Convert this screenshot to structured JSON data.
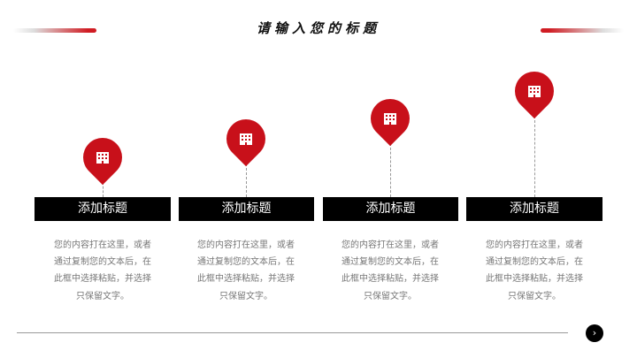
{
  "header": {
    "title": "请输入您的标题"
  },
  "accent_color": "#c8101a",
  "steps": [
    {
      "label": "添加标题",
      "icon": "building-icon",
      "desc": [
        "您的内容打在这里，或者",
        "通过复制您的文本后，在",
        "此框中选择粘贴，并选择",
        "只保留文字。"
      ]
    },
    {
      "label": "添加标题",
      "icon": "building-icon",
      "desc": [
        "您的内容打在这里，或者",
        "通过复制您的文本后，在",
        "此框中选择粘贴，并选择",
        "只保留文字。"
      ]
    },
    {
      "label": "添加标题",
      "icon": "building-icon",
      "desc": [
        "您的内容打在这里，或者",
        "通过复制您的文本后，在",
        "此框中选择粘贴，并选择",
        "只保留文字。"
      ]
    },
    {
      "label": "添加标题",
      "icon": "building-icon",
      "desc": [
        "您的内容打在这里，或者",
        "通过复制您的文本后，在",
        "此框中选择粘贴，并选择",
        "只保留文字。"
      ]
    }
  ],
  "footer": {
    "next_icon": "›"
  }
}
